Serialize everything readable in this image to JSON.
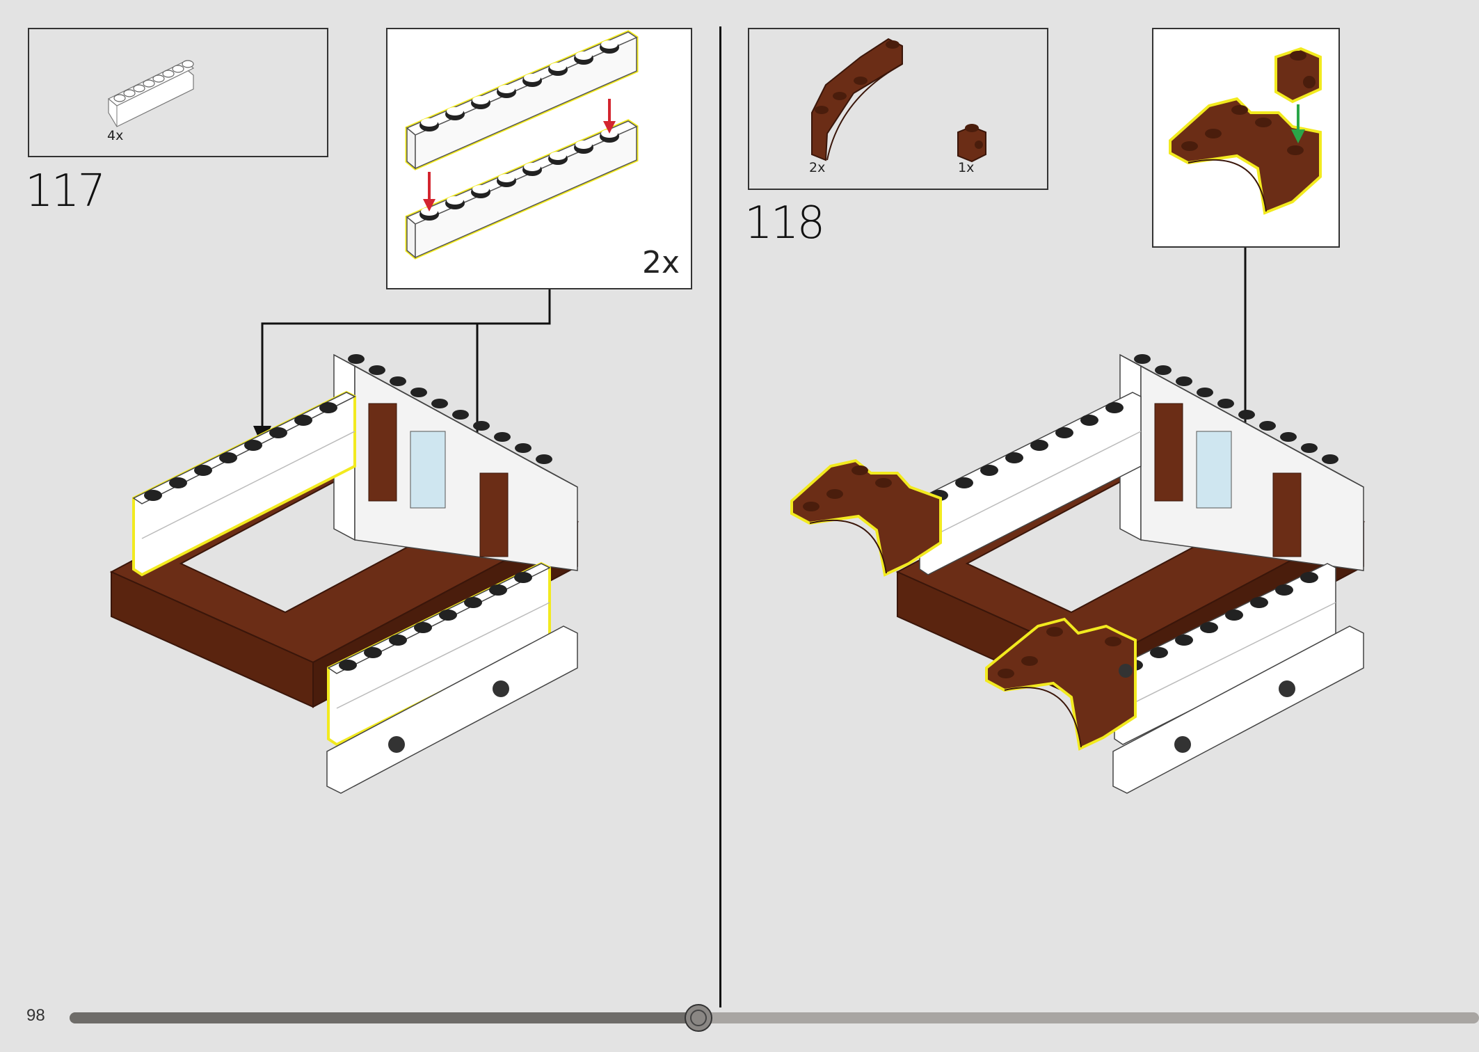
{
  "page": {
    "number": "98",
    "progress_percent": 44.6
  },
  "steps": [
    {
      "number": "117",
      "parts": [
        {
          "qty": "4x",
          "part": "white-1x8-brick"
        }
      ],
      "subassembly_count": "2x"
    },
    {
      "number": "118",
      "parts": [
        {
          "qty": "2x",
          "part": "brown-arch-brick"
        },
        {
          "qty": "1x",
          "part": "brown-1x1-brick-side-stud"
        }
      ]
    }
  ],
  "colors": {
    "background": "#e3e3e3",
    "brown": "#6b2d16",
    "white_brick": "#ffffff",
    "highlight": "#f2ea1f",
    "red_arrow": "#d3252f",
    "green_arrow": "#2aa648",
    "progress_fill": "#6e6c69",
    "progress_track": "#a8a5a2"
  },
  "icons": [
    "arrow-down-red",
    "arrow-down-green",
    "callout-arrow",
    "lego-brick"
  ]
}
